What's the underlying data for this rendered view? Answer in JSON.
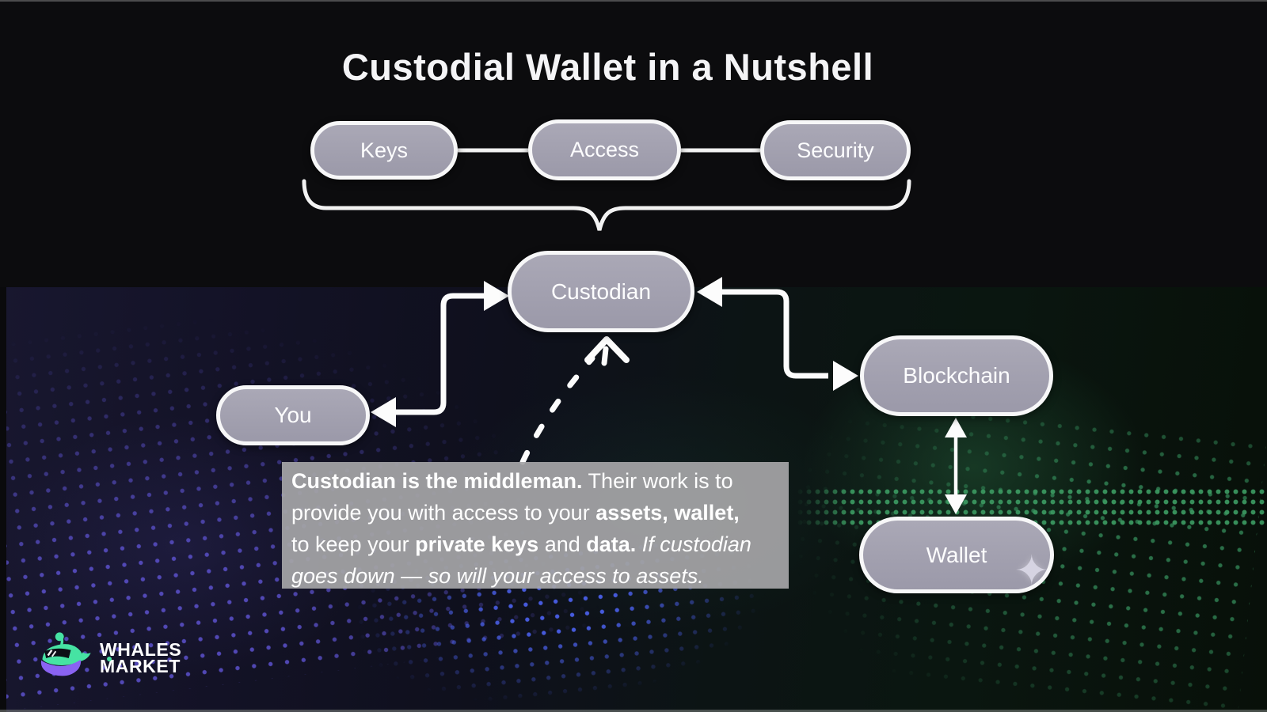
{
  "title": "Custodial Wallet in a Nutshell",
  "diagram": {
    "nodes": {
      "keys": {
        "label": "Keys"
      },
      "access": {
        "label": "Access"
      },
      "security": {
        "label": "Security"
      },
      "custodian": {
        "label": "Custodian"
      },
      "you": {
        "label": "You"
      },
      "blockchain": {
        "label": "Blockchain"
      },
      "wallet": {
        "label": "Wallet"
      }
    },
    "edges": [
      {
        "from": "keys",
        "to": "access",
        "type": "line"
      },
      {
        "from": "access",
        "to": "security",
        "type": "line"
      },
      {
        "from": "keys, access, security",
        "to": "custodian",
        "type": "brace"
      },
      {
        "from": "you",
        "to": "custodian",
        "type": "double-arrow"
      },
      {
        "from": "custodian",
        "to": "blockchain",
        "type": "double-arrow"
      },
      {
        "from": "blockchain",
        "to": "wallet",
        "type": "double-arrow"
      },
      {
        "from": "note",
        "to": "custodian",
        "type": "dashed-arrow"
      }
    ]
  },
  "note": {
    "l1_bold": "Custodian is the middleman.",
    "l1_rest": " Their work is to",
    "l2_pre": "provide you with access to your ",
    "l2_b1": "assets,",
    "l2_mid": " ",
    "l2_b2": "wallet,",
    "l3_pre": "to keep your ",
    "l3_b1": "private keys",
    "l3_mid": " and ",
    "l3_b2": "data.",
    "l3_it": " If custodian",
    "l4_it": "goes down — so will your access to assets."
  },
  "logo": {
    "line1": "WHALES",
    "line2": "MARKET"
  },
  "icons": {
    "sparkle": "✦"
  },
  "colors": {
    "background_top": "#0c0c0e",
    "node_fill": "#a3a1ae",
    "node_border": "#f7f7f8",
    "note_background": "#a5a5a7",
    "text": "#ffffff",
    "dots_purple": "#584ec4",
    "dots_blue": "#4a5fe8",
    "dots_green": "#348c5a",
    "logo_green": "#46e3a3",
    "logo_purple": "#8a63f2"
  }
}
